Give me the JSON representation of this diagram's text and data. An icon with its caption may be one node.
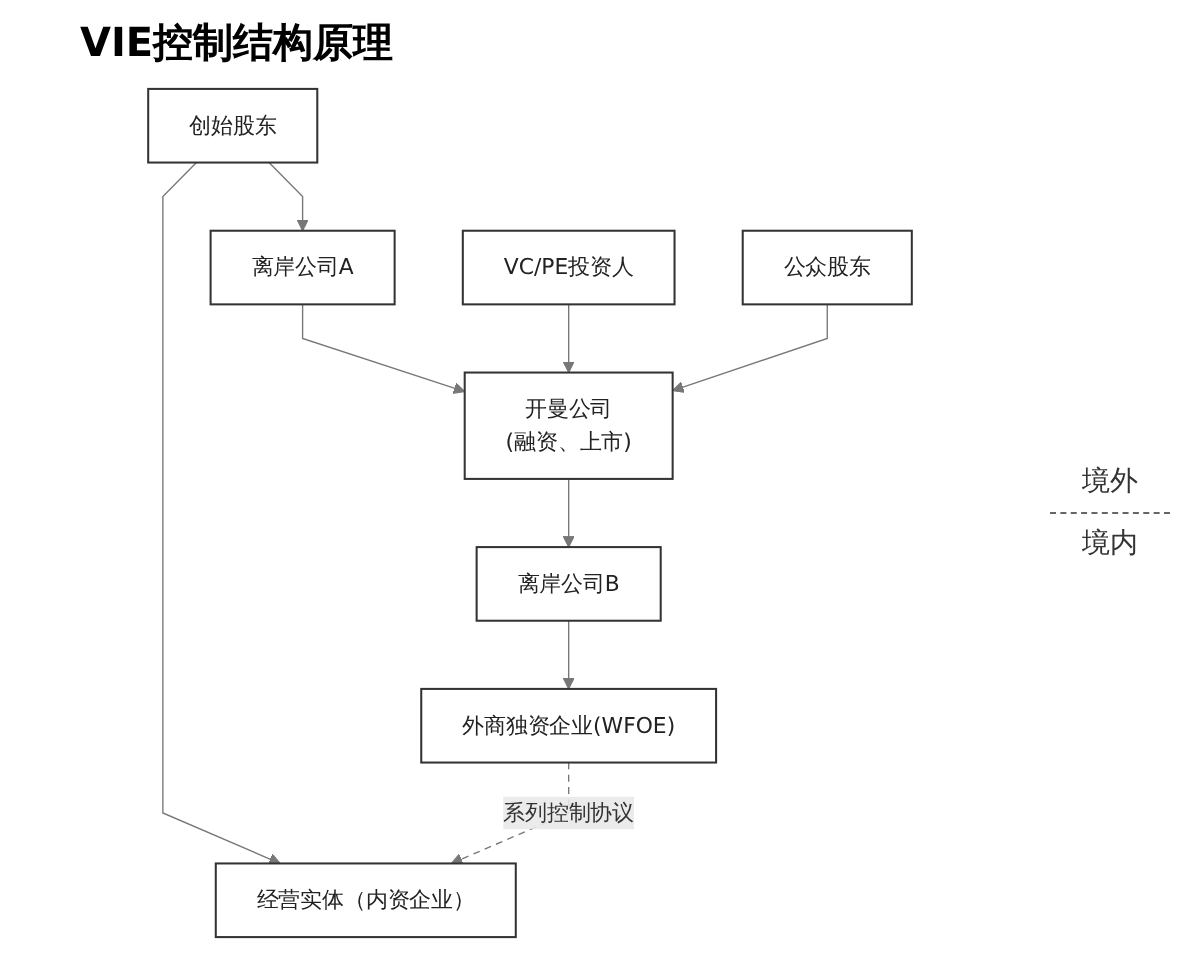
{
  "diagram": {
    "title": "VIE控制结构原理",
    "nodes": [
      {
        "text": [
          "创始股东"
        ]
      },
      {
        "text": [
          "离岸公司A"
        ]
      },
      {
        "text": [
          "VC/PE投资人"
        ]
      },
      {
        "text": [
          "公众股东"
        ]
      },
      {
        "text": [
          "开曼公司",
          "(融资、上市)"
        ]
      },
      {
        "text": [
          "离岸公司B"
        ]
      },
      {
        "text": [
          "外商独资企业(WFOE)"
        ]
      },
      {
        "text": [
          "经营实体（内资企业）"
        ]
      }
    ],
    "edges": [
      {
        "from": 0,
        "to": 1,
        "arrow": "to"
      },
      {
        "from": 1,
        "to": 4,
        "arrow": "to"
      },
      {
        "from": 2,
        "to": 4,
        "arrow": "to"
      },
      {
        "from": 3,
        "to": 4,
        "arrow": "to"
      },
      {
        "from": 4,
        "to": 5,
        "arrow": "to"
      },
      {
        "from": 5,
        "to": 6,
        "arrow": "to"
      },
      {
        "from": 0,
        "to": 7,
        "arrow": "to"
      },
      {
        "from": 6,
        "to": 7,
        "arrow": "to",
        "label": "系列控制协议",
        "style": "dashed"
      }
    ],
    "labels": [
      "境外",
      "境内"
    ]
  }
}
